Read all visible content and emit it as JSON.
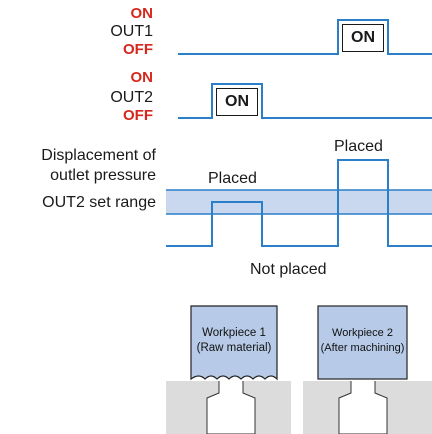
{
  "colors": {
    "signal": "#2a7fc8",
    "state_label": "#d7261c",
    "band": "#c9d8ef",
    "band_line": "#2a7fc8",
    "workpiece_fill": "#b7cbe8",
    "base_fill": "#dcdcdc",
    "ink": "#1a1a1a"
  },
  "out1": {
    "on": "ON",
    "name": "OUT1",
    "off": "OFF",
    "pulse_label": "ON"
  },
  "out2": {
    "on": "ON",
    "name": "OUT2",
    "off": "OFF",
    "pulse_label": "ON"
  },
  "displacement": {
    "label_line1": "Displacement of",
    "label_line2": "outlet pressure",
    "placed_high": "Placed",
    "placed_low": "Placed",
    "not_placed": "Not placed"
  },
  "set_range": {
    "label": "OUT2 set range"
  },
  "workpieces": [
    {
      "line1": "Workpiece 1",
      "line2": "(Raw material)"
    },
    {
      "line1": "Workpiece 2",
      "line2": "(After machining)"
    }
  ]
}
